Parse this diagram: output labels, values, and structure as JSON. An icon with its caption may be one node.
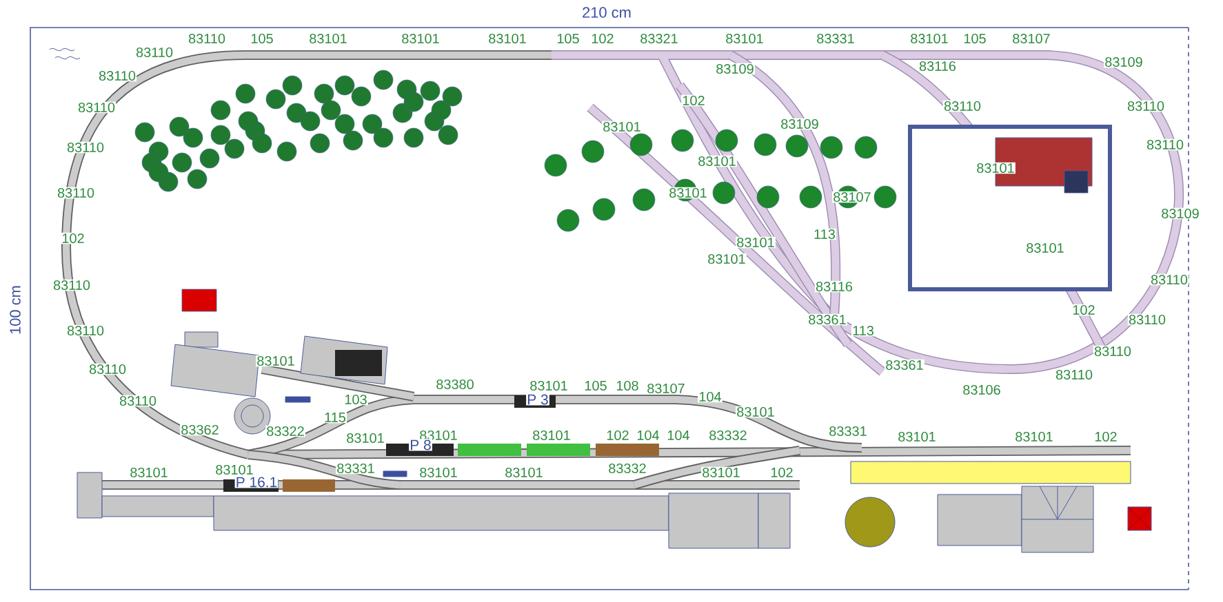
{
  "diagram": {
    "labels": [
      "210 cm",
      "100 cm",
      "83110",
      "83110",
      "105",
      "83101",
      "83101",
      "83101",
      "105",
      "102",
      "83321",
      "83101",
      "83331",
      "83101",
      "105",
      "83107",
      "83109",
      "83116",
      "83109",
      "83110",
      "83110",
      "83110",
      "83110",
      "102",
      "83110",
      "83110",
      "83110",
      "83110",
      "102",
      "83110",
      "83110",
      "83110",
      "83109",
      "83110",
      "83110",
      "83110",
      "83110",
      "83106",
      "83101",
      "83109",
      "83101",
      "83101",
      "83107",
      "83101",
      "83101",
      "83101",
      "113",
      "83101",
      "83116",
      "102",
      "83361",
      "113",
      "83361",
      "83101",
      "83380",
      "83101",
      "105",
      "108",
      "83107",
      "104",
      "83101",
      "83362",
      "83322",
      "115",
      "103",
      "83101",
      "83101",
      "83101",
      "102",
      "104",
      "104",
      "83332",
      "83331",
      "83101",
      "83101",
      "102",
      "83101",
      "83101",
      "83331",
      "83101",
      "83101",
      "83332",
      "83101",
      "102",
      "P 3",
      "P 8",
      "P 16.1"
    ]
  }
}
